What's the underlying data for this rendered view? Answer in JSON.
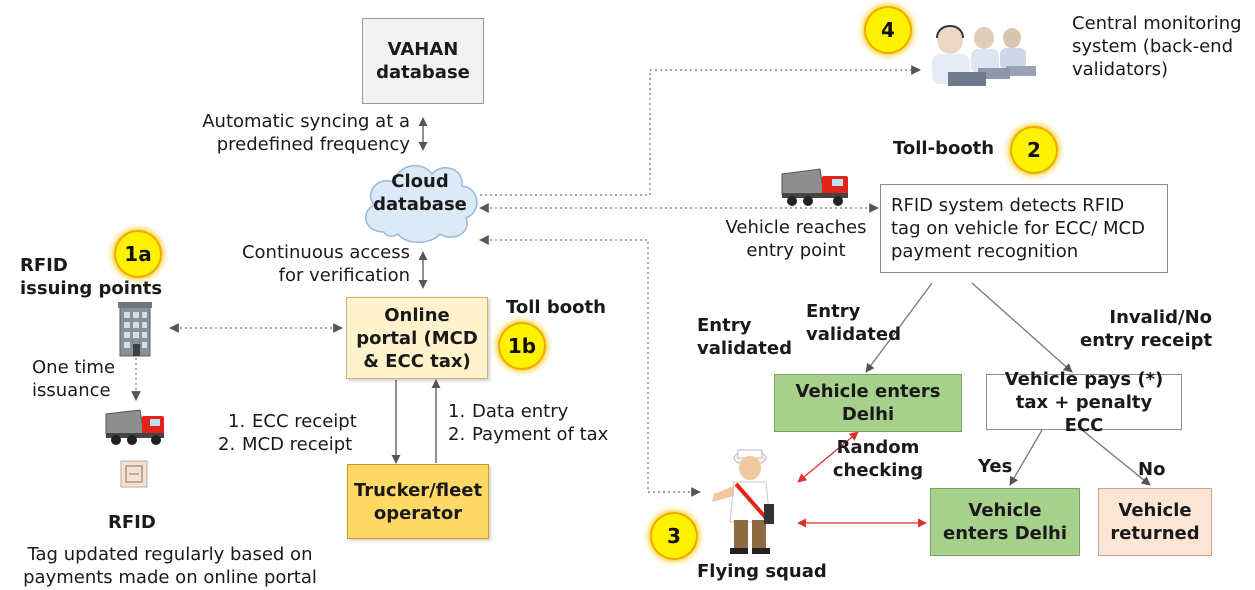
{
  "nodes": {
    "vahan": "VAHAN database",
    "cloud": "Cloud database",
    "online_portal": "Online portal (MCD & ECC tax)",
    "trucker": "Trucker/fleet operator",
    "rfid_detect": "RFID system detects RFID tag on vehicle for ECC/ MCD payment recognition",
    "enters_delhi_1": "Vehicle enters Delhi",
    "pays_tax": "Vehicle pays (*) tax + penalty ECC",
    "enters_delhi_2": "Vehicle enters Delhi",
    "returned": "Vehicle returned"
  },
  "labels": {
    "sync": [
      "Automatic syncing at a",
      "predefined frequency"
    ],
    "continuous": [
      "Continuous access",
      "for verification"
    ],
    "rfid_points": [
      "RFID",
      "issuing points"
    ],
    "one_time": [
      "One time",
      "issuance"
    ],
    "rfid": "RFID",
    "tag_updated": [
      "Tag updated regularly based on",
      "payments made on online portal"
    ],
    "toll_booth_1b": "Toll booth",
    "toll_booth_2": "Toll-booth",
    "central_monitoring": [
      "Central monitoring",
      "system (back-end",
      "validators)"
    ],
    "vehicle_reaches": [
      "Vehicle reaches",
      "entry point"
    ],
    "entry_validated_left": [
      "Entry",
      "validated"
    ],
    "entry_validated_right": [
      "Entry",
      "validated"
    ],
    "invalid": [
      "Invalid/No",
      "entry receipt"
    ],
    "yes": "Yes",
    "no": "No",
    "random_checking": [
      "Random",
      "checking"
    ],
    "flying_squad": "Flying squad"
  },
  "lists": {
    "receipts": [
      {
        "num": "1.",
        "text": "ECC receipt"
      },
      {
        "num": "2.",
        "text": "MCD receipt"
      }
    ],
    "entries": [
      {
        "num": "1.",
        "text": "Data entry"
      },
      {
        "num": "2.",
        "text": "Payment of tax"
      }
    ]
  },
  "badges": {
    "b1a": "1a",
    "b1b": "1b",
    "b2": "2",
    "b3": "3",
    "b4": "4"
  },
  "colors": {
    "green_box": "#a8d08d",
    "tan_box": "#fbe5d5",
    "portal_box": "#fff2cc",
    "trucker_box": "#ffd966",
    "badge": "#fff200",
    "cloud": "#dce9f7",
    "arrow_red": "#e0312e"
  },
  "icons": [
    "building-icon",
    "truck-icon",
    "rfid-tag-icon",
    "call-center-icon",
    "traffic-officer-icon",
    "cloud-shape"
  ]
}
